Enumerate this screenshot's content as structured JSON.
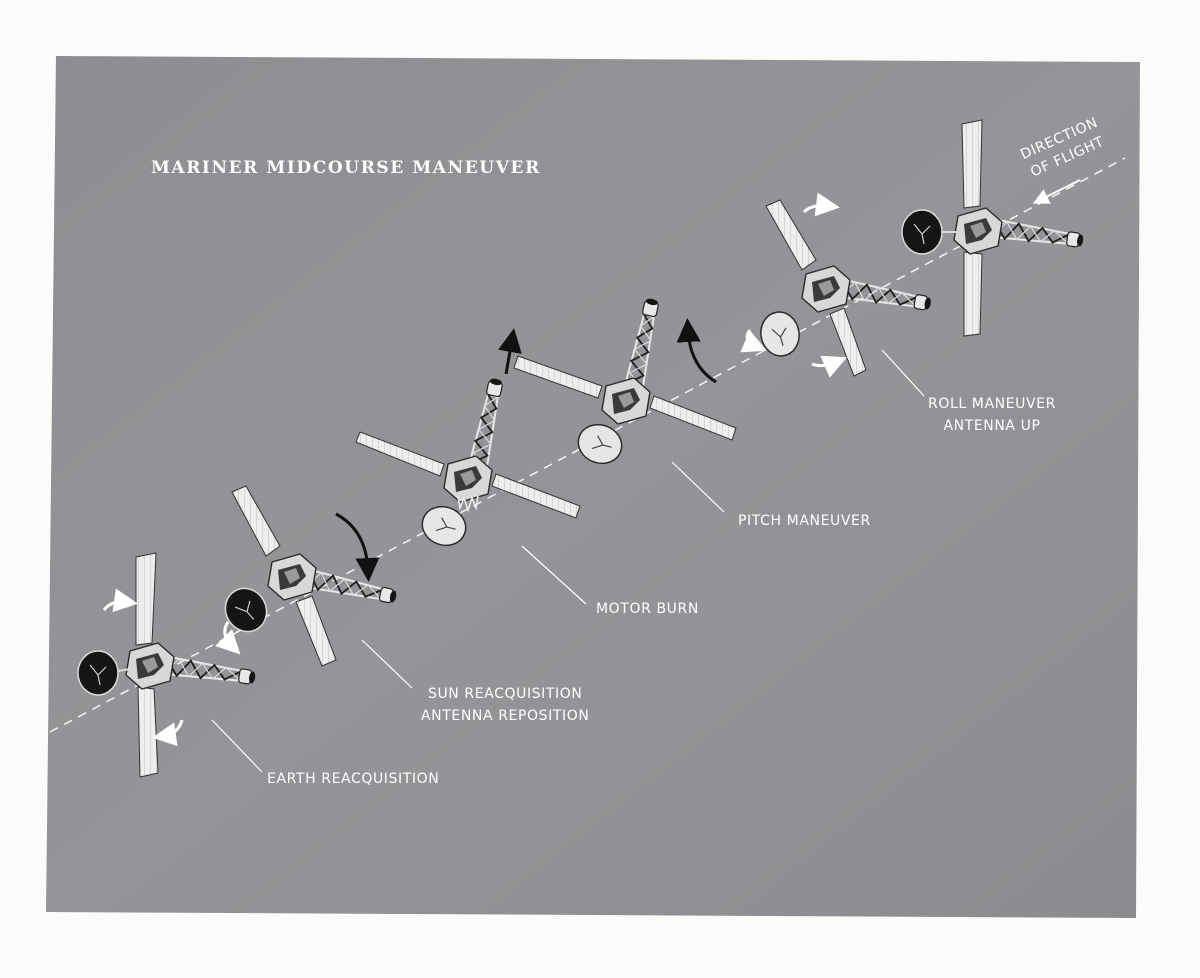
{
  "title": "MARINER MIDCOURSE MANEUVER",
  "direction_label": {
    "line1": "DIRECTION",
    "line2": "OF FLIGHT"
  },
  "stages": {
    "roll": {
      "line1": "ROLL MANEUVER",
      "line2": "ANTENNA UP"
    },
    "pitch": {
      "line1": "PITCH MANEUVER"
    },
    "motor": {
      "line1": "MOTOR BURN"
    },
    "sun": {
      "line1": "SUN REACQUISITION",
      "line2": "ANTENNA REPOSITION"
    },
    "earth": {
      "line1": "EARTH REACQUISITION"
    }
  },
  "colors": {
    "background": "#8f9194",
    "panel": "#ececec",
    "dish": "#141414",
    "white": "#ffffff"
  }
}
